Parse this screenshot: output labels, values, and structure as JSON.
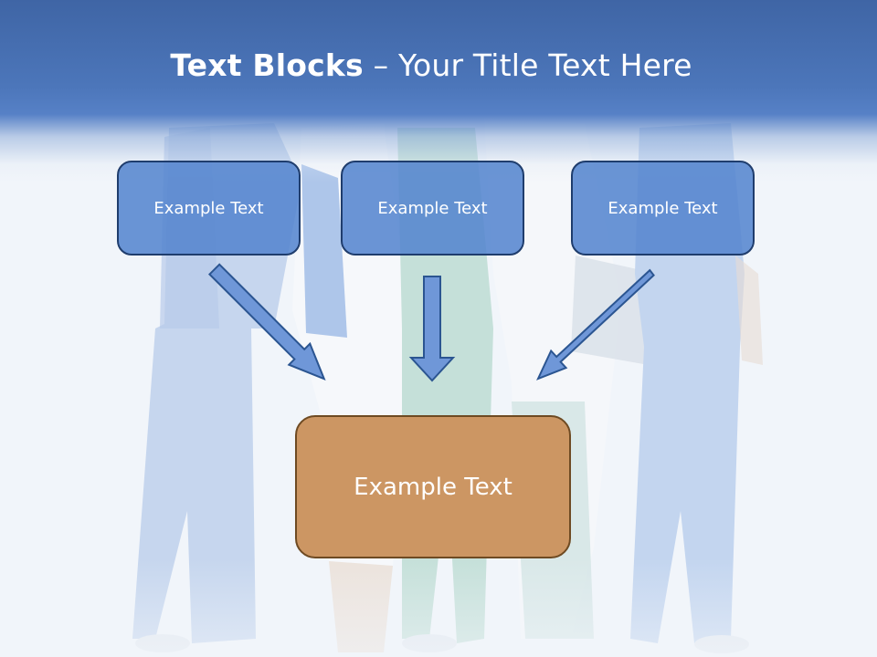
{
  "title": {
    "bold_part": "Text Blocks",
    "separator": " – ",
    "regular_part": "Your Title Text Here"
  },
  "blocks": [
    {
      "label": "Example Text"
    },
    {
      "label": "Example Text"
    },
    {
      "label": "Example Text"
    }
  ],
  "main_block": {
    "label": "Example Text"
  },
  "colors": {
    "header": "#4c76ba",
    "block_fill": "#5383ce",
    "block_border": "#1f3d6d",
    "main_fill": "#cc9663",
    "main_border": "#6e4a22",
    "arrow_fill": "#6f97d8",
    "arrow_border": "#2b5591"
  }
}
